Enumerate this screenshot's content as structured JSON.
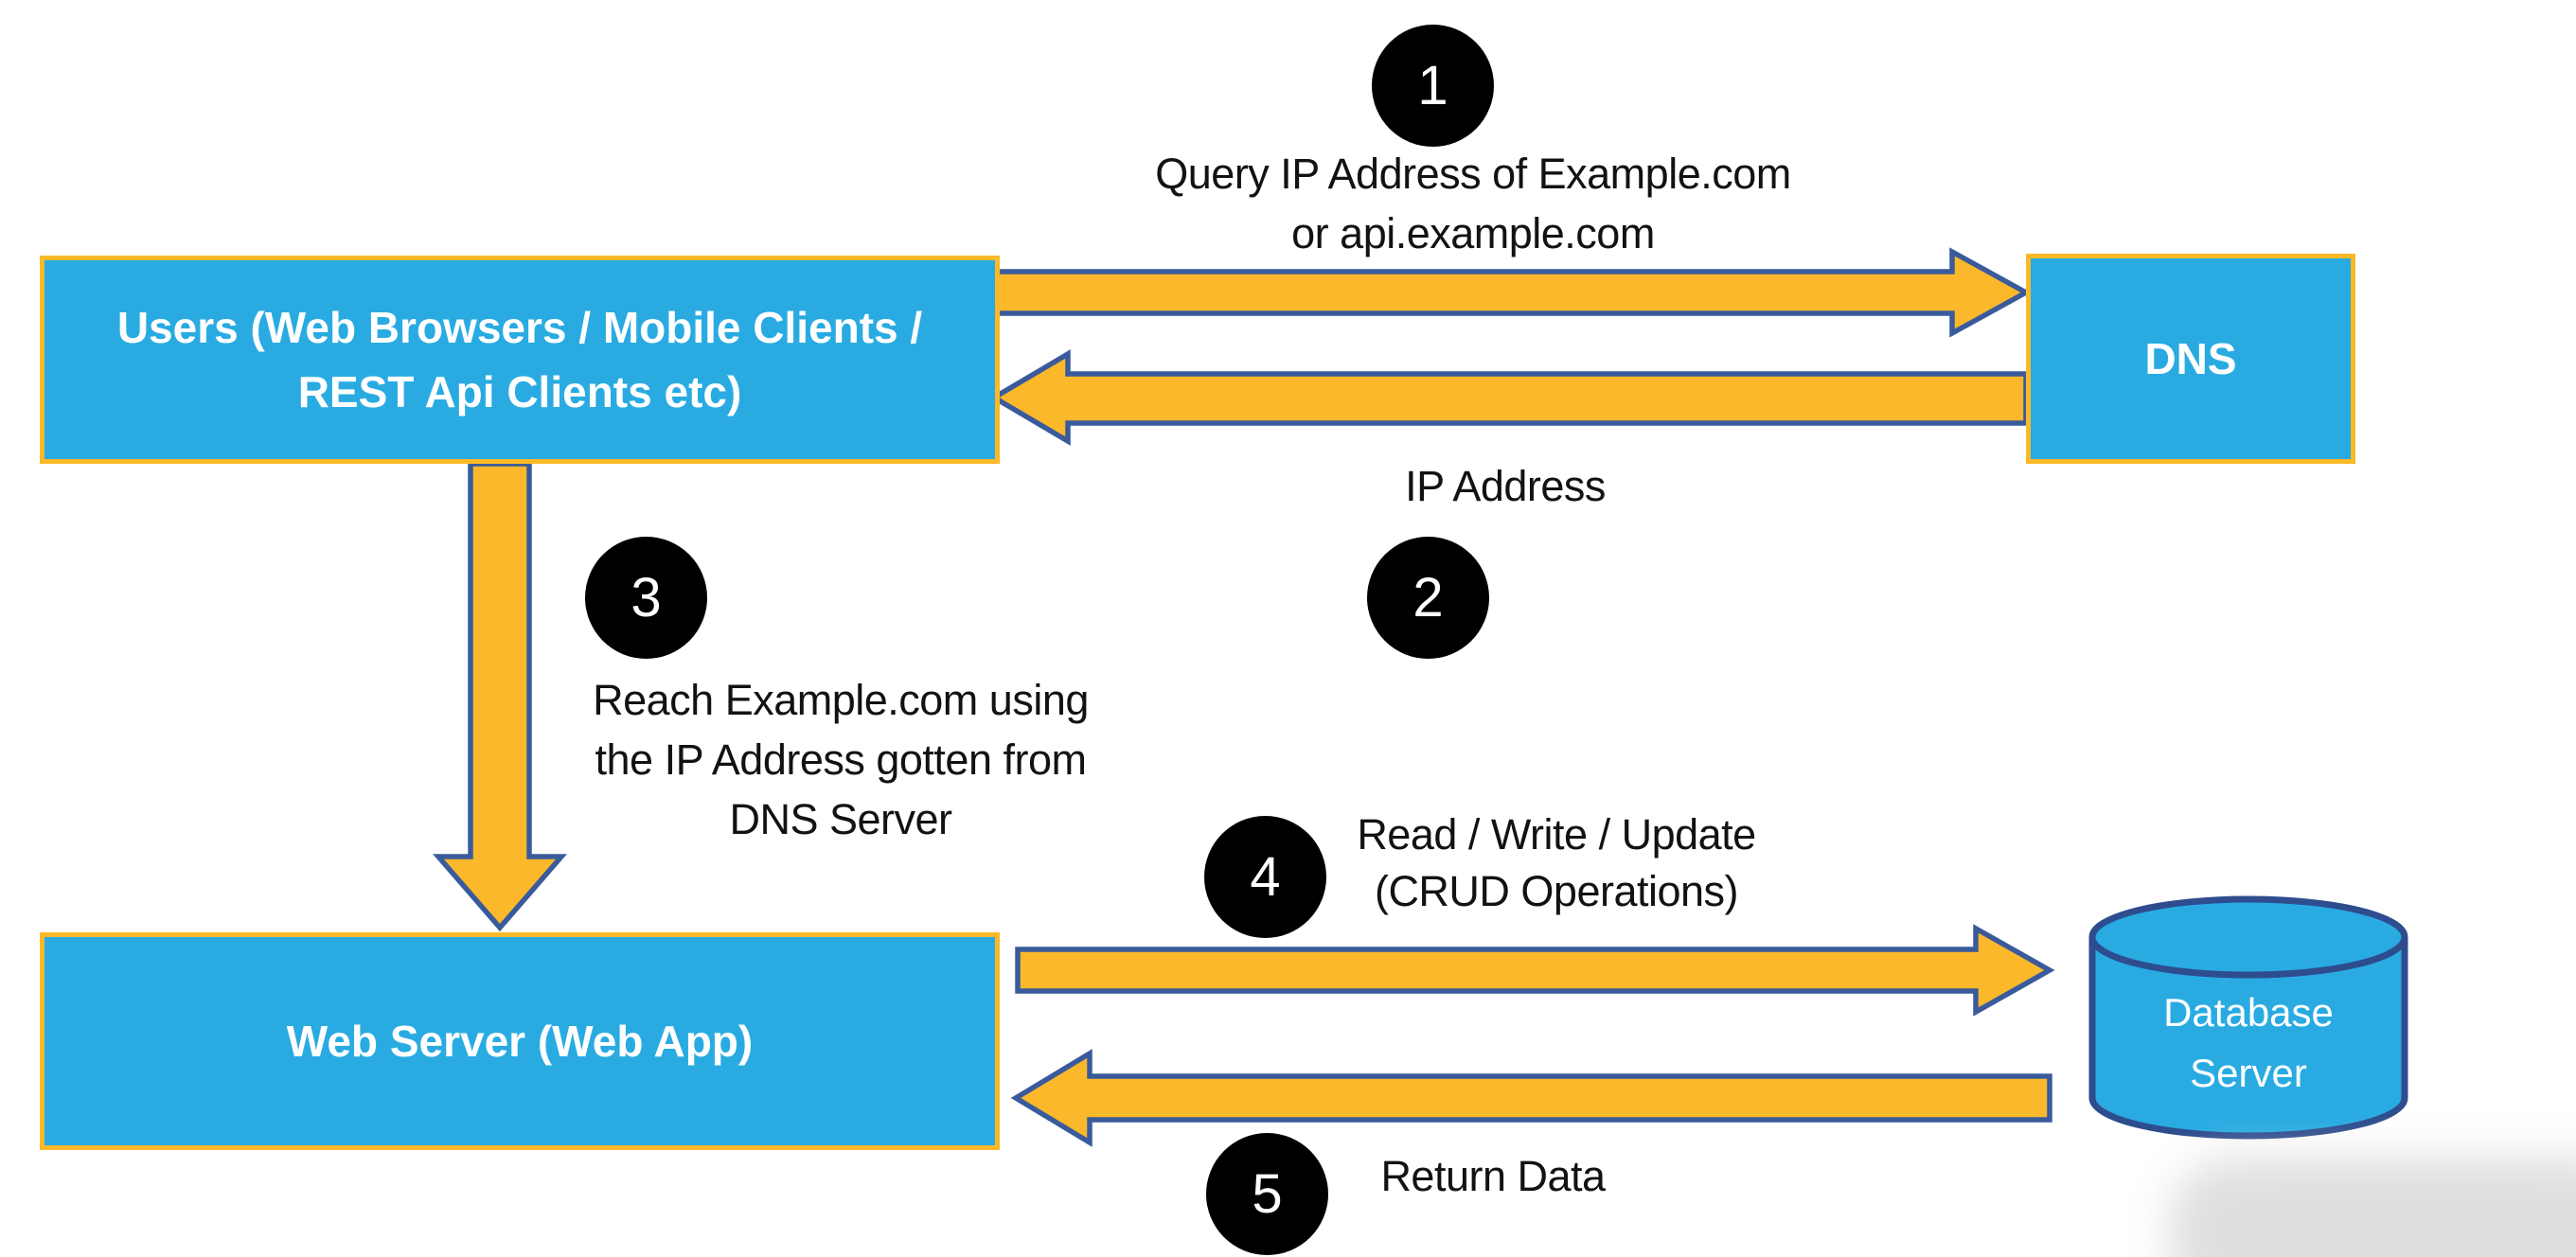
{
  "nodes": {
    "users": {
      "lines": [
        "Users (Web Browsers / Mobile Clients /",
        "REST Api Clients etc)"
      ]
    },
    "dns": {
      "label": "DNS"
    },
    "web_server": {
      "label": "Web Server (Web App)"
    },
    "database_server": {
      "lines": [
        "Database",
        "Server"
      ]
    }
  },
  "steps": [
    {
      "number": "1",
      "lines": [
        "Query IP Address of Example.com",
        "or api.example.com"
      ]
    },
    {
      "number": "2",
      "lines": [
        "IP Address"
      ]
    },
    {
      "number": "3",
      "lines": [
        "Reach Example.com using",
        "the IP Address gotten from",
        "DNS Server"
      ]
    },
    {
      "number": "4",
      "lines": [
        "Read / Write / Update",
        "(CRUD Operations)"
      ]
    },
    {
      "number": "5",
      "lines": [
        "Return Data"
      ]
    }
  ],
  "colors": {
    "node_fill": "#29ABE2",
    "node_border": "#FBB829",
    "arrow_fill": "#FBB82B",
    "arrow_border": "#3A5B9B",
    "cylinder_border": "#2E4D8E",
    "step_circle_fill": "#000000",
    "step_circle_text": "#FFFFFF",
    "label_text": "#121212",
    "node_text": "#FFFFFF"
  }
}
